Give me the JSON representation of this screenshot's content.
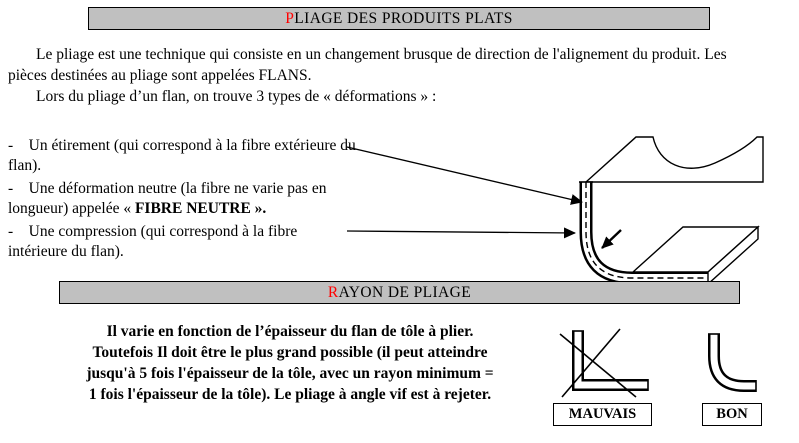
{
  "colors": {
    "banner_bg": "#c0c0c0",
    "accent_red": "#ff0000",
    "ink": "#000000"
  },
  "banners": {
    "pliage": {
      "initial": "P",
      "rest": "LIAGE DES PRODUITS PLATS"
    },
    "rayon": {
      "initial": "R",
      "rest": "AYON DE PLIAGE"
    }
  },
  "intro": {
    "p1": "Le pliage est une technique qui consiste en un changement brusque de direction de l'alignement du produit. Les pièces destinées au pliage sont appelées FLANS.",
    "p2": "Lors du pliage d’un flan, on trouve 3 types de « déformations » :"
  },
  "deformations": {
    "item1": {
      "text": "-    Un étirement (qui correspond à la fibre extérieure du flan)."
    },
    "item2": {
      "pre": "-    Une déformation neutre (la fibre ne varie pas en longueur) appelée « ",
      "bold": "FIBRE NEUTRE »."
    },
    "item3": {
      "text": "-    Une compression (qui correspond à la fibre intérieure du flan)."
    }
  },
  "rayon": {
    "l1": "Il varie en fonction de l’épaisseur du flan de tôle à plier.",
    "l2": "Toutefois Il doit être le plus grand possible (il peut atteindre",
    "l3": "jusqu'à 5 fois l'épaisseur de la tôle, avec un rayon minimum =",
    "l4": "1 fois l'épaisseur de la tôle). Le pliage à angle vif est à rejeter."
  },
  "verdicts": {
    "bad": "MAUVAIS",
    "good": "BON"
  }
}
